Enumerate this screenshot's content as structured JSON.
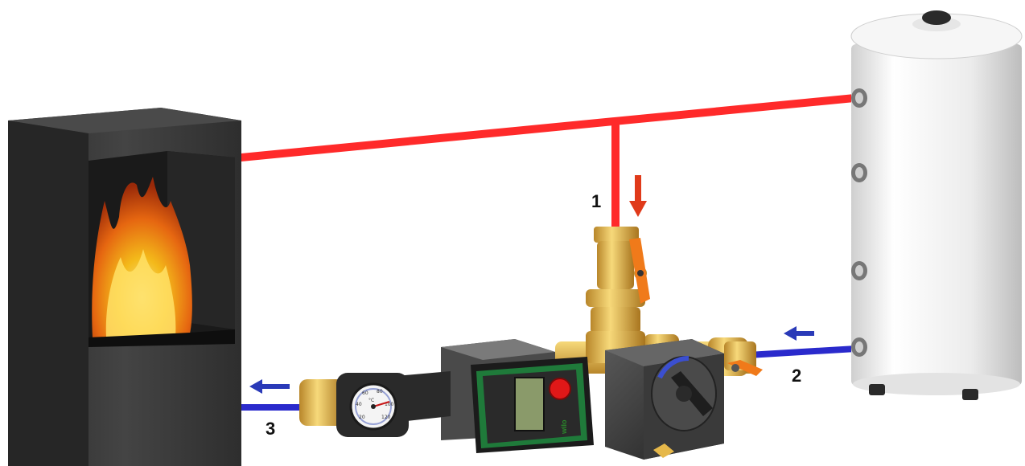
{
  "callouts": {
    "one": "1",
    "two": "2",
    "three": "3"
  },
  "pump": {
    "brand": "wilo"
  },
  "gauge": {
    "unit": "°C",
    "ticks": [
      "20",
      "40",
      "60",
      "80",
      "100",
      "120"
    ]
  },
  "colors": {
    "hot_pipe": "#ff2a2a",
    "cold_pipe": "#2a2acc",
    "hot_arrow": "#e03a1a",
    "cold_arrow": "#2a3ab8",
    "brass": "#e6b84a",
    "pump_green": "#1f7a3a",
    "stove": "#3a3a3a",
    "tank": "#f2f2f2",
    "valve_handle": "#f07a1a"
  },
  "icons": {
    "flow_arrows": [
      "down-arrow-icon",
      "left-arrow-icon",
      "left-arrow-icon"
    ],
    "pump_button": "red-button-icon"
  }
}
